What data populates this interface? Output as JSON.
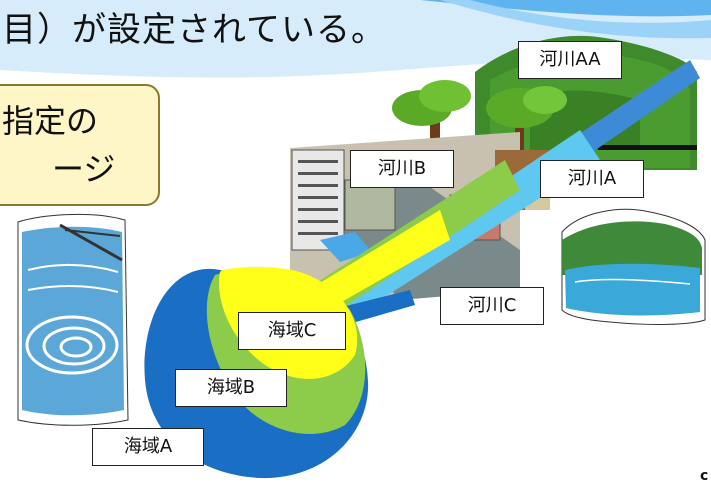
{
  "title": "目）が設定されている。",
  "callout": {
    "line1": "指定の",
    "line2": "ージ"
  },
  "labels": {
    "river_aa": "河川AA",
    "river_b": "河川B",
    "river_a": "河川A",
    "river_c": "河川C",
    "sea_c": "海域C",
    "sea_b": "海域B",
    "sea_a": "海域A"
  },
  "corner_text": "c",
  "colors": {
    "sea_a": "#1a6fc4",
    "sea_b": "#8ccc4a",
    "sea_c": "#ffff1a",
    "river_blue": "#3d8ad6",
    "river_lightblue": "#5ec8f0",
    "callout_bg": "#fff6c8",
    "banner": "#5fb4f0"
  }
}
